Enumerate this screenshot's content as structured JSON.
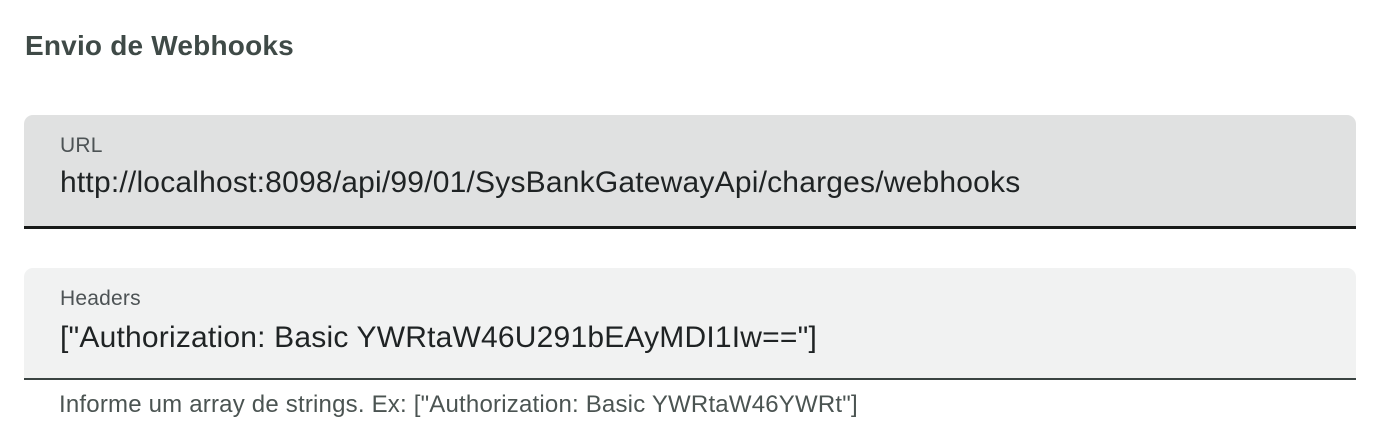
{
  "page": {
    "title": "Envio de Webhooks"
  },
  "form": {
    "url_field": {
      "label": "URL",
      "value": "http://localhost:8098/api/99/01/SysBankGatewayApi/charges/webhooks"
    },
    "headers_field": {
      "label": "Headers",
      "value": "[\"Authorization: Basic YWRtaW46U291bEAyMDI1Iw==\"]",
      "helper": "Informe um array de strings. Ex: [\"Authorization: Basic YWRtaW46YWRt\"]"
    }
  },
  "colors": {
    "page_background": "#ffffff",
    "title_text": "#3f4a47",
    "focused_field_background": "#e0e1e1",
    "focused_field_underline": "#181a19",
    "field_background": "#f1f2f2",
    "field_underline": "#3a4442",
    "field_label_text": "#4d5355",
    "field_value_text": "#1f2324",
    "helper_text": "#4b5452"
  }
}
